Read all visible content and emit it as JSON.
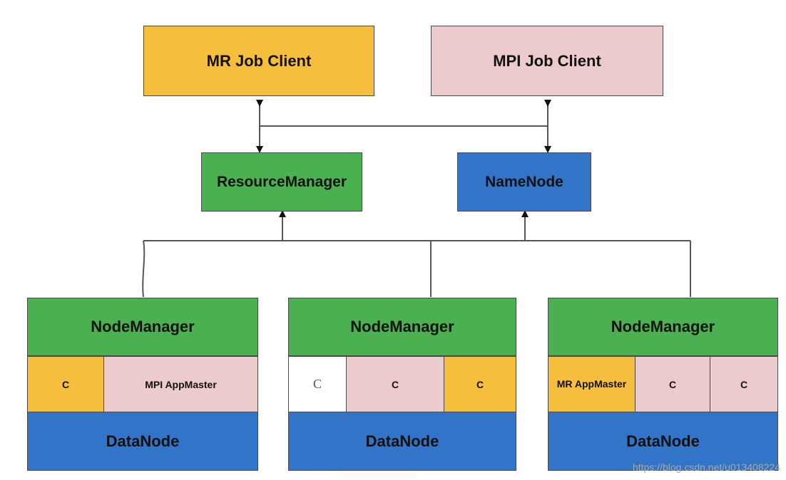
{
  "colors": {
    "orange": "#F6BE3D",
    "pink": "#EBCBCB",
    "green": "#4BB04F",
    "blue": "#3274C7",
    "white": "#FFFFFF",
    "line": "#555555"
  },
  "top": {
    "mr_job_client": "MR Job Client",
    "mpi_job_client": "MPI Job Client"
  },
  "middle": {
    "resource_manager": "ResourceManager",
    "name_node": "NameNode"
  },
  "nodes": [
    {
      "node_manager": "NodeManager",
      "containers": [
        "C",
        "MPI AppMaster"
      ],
      "data_node": "DataNode"
    },
    {
      "node_manager": "NodeManager",
      "containers": [
        "C",
        "C",
        "C"
      ],
      "data_node": "DataNode"
    },
    {
      "node_manager": "NodeManager",
      "containers": [
        "MR AppMaster",
        "C",
        "C"
      ],
      "data_node": "DataNode"
    }
  ],
  "watermark": "https://blog.csdn.net/u013408224"
}
